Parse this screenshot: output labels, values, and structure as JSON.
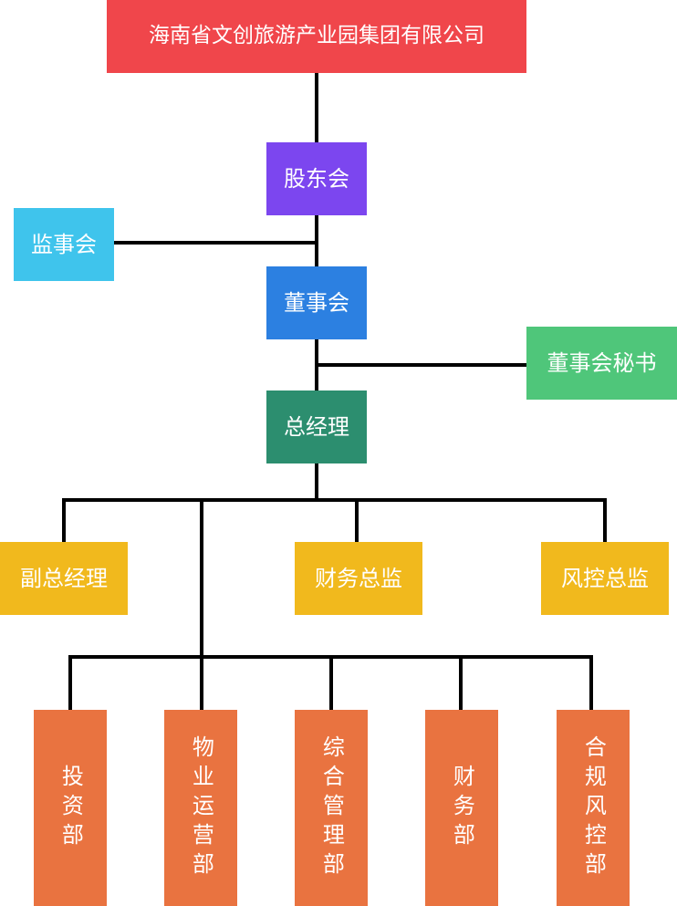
{
  "org_chart": {
    "company": {
      "label": "海南省文创旅游产业园集团有限公司",
      "color": "#f0464b"
    },
    "shareholders_meeting": {
      "label": "股东会",
      "color": "#7c46ef"
    },
    "supervisory_board": {
      "label": "监事会",
      "color": "#3fc4ec"
    },
    "board_of_directors": {
      "label": "董事会",
      "color": "#2c80e1"
    },
    "board_secretary": {
      "label": "董事会秘书",
      "color": "#4fc67a"
    },
    "general_manager": {
      "label": "总经理",
      "color": "#2c8e6f"
    },
    "executives": [
      {
        "label": "副总经理",
        "color": "#f1b91d"
      },
      {
        "label": "财务总监",
        "color": "#f1b91d"
      },
      {
        "label": "风控总监",
        "color": "#f1b91d"
      }
    ],
    "departments": [
      {
        "label": "投资部",
        "color": "#e97340"
      },
      {
        "label": "物业运营部",
        "color": "#e97340"
      },
      {
        "label": "综合管理部",
        "color": "#e97340"
      },
      {
        "label": "财务部",
        "color": "#e97340"
      },
      {
        "label": "合规风控部",
        "color": "#e97340"
      }
    ]
  }
}
